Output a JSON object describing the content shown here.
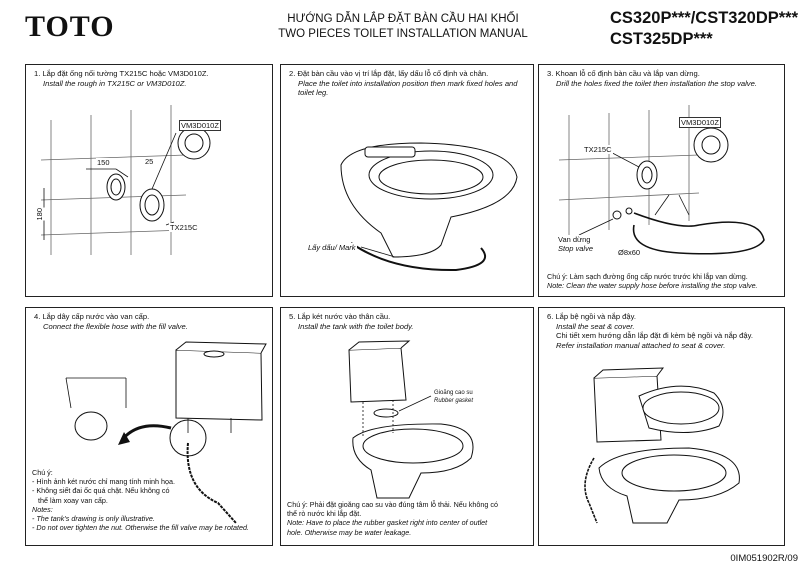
{
  "brand": "TOTO",
  "header": {
    "title_vi": "HƯỚNG DẪN LẮP ĐẶT BÀN CẦU HAI KHỐI",
    "title_en": "TWO PIECES TOILET INSTALLATION MANUAL",
    "model_line1": "CS320P***/CST320DP***",
    "model_line2": "CST325DP***"
  },
  "steps": [
    {
      "vi": "1. Lắp đặt ống nối tường TX215C hoặc VM3D010Z.",
      "en": "Install the rough in TX215C or VM3D010Z.",
      "labels": {
        "part_a": "VM3D010Z",
        "part_b": "TX215C",
        "dim_150": "150",
        "dim_25": "25",
        "dim_180": "180"
      }
    },
    {
      "vi": "2. Đặt bàn cầu vào vị trí lắp đặt, lấy dấu lỗ cố định và chân.",
      "en": "Place the toilet into installation position then mark fixed holes and toilet leg.",
      "labels": {
        "mark": "Lấy dấu/ Mark"
      }
    },
    {
      "vi": "3. Khoan lỗ cố định bàn cầu và lắp van dừng.",
      "en": "Drill the holes fixed the toilet then installation the stop valve.",
      "labels": {
        "part_a": "VM3D010Z",
        "part_b": "TX215C",
        "valve_vi": "Van dừng",
        "valve_en": "Stop valve",
        "drill": "Ø8x60"
      },
      "note_vi": "Chú ý: Làm sạch đường ống cấp nước trước khi lắp van dừng.",
      "note_en": "Note: Clean the water supply hose before installing the stop valve."
    },
    {
      "vi": "4. Lắp dây cấp nước vào van cấp.",
      "en": "Connect the flexible hose with the fill valve.",
      "notes": [
        "Chú ý:",
        "- Hình ảnh két nước chỉ mang tính minh họa.",
        "- Không siết đai ốc quá chặt. Nếu không có",
        "  thể làm xoay van cấp.",
        "Notes:",
        "- The tank's drawing is only illustrative.",
        "- Do not over tighten the nut. Otherwise the fill valve may be rotated."
      ]
    },
    {
      "vi": "5. Lắp két nước vào thân cầu.",
      "en": "Install the tank with the toilet body.",
      "labels": {
        "gasket_vi": "Gioăng cao su",
        "gasket_en": "Rubber gasket"
      },
      "notes": [
        "Chú ý: Phải đặt gioăng cao su vào đúng tâm lỗ thải. Nếu không có",
        "thể rò nước khi lắp đặt.",
        "Note: Have to place the rubber gasket right into center of outlet",
        "hole. Otherwise may be water leakage."
      ]
    },
    {
      "vi": "6. Lắp bệ ngồi và nắp đậy.",
      "en": "Install the seat & cover.",
      "vi2": "Chi tiết xem hướng dẫn lắp đặt đi kèm bệ ngồi và nắp đậy.",
      "en2": "Refer installation manual attached to seat & cover."
    }
  ],
  "doc_code": "0IM051902R/09"
}
